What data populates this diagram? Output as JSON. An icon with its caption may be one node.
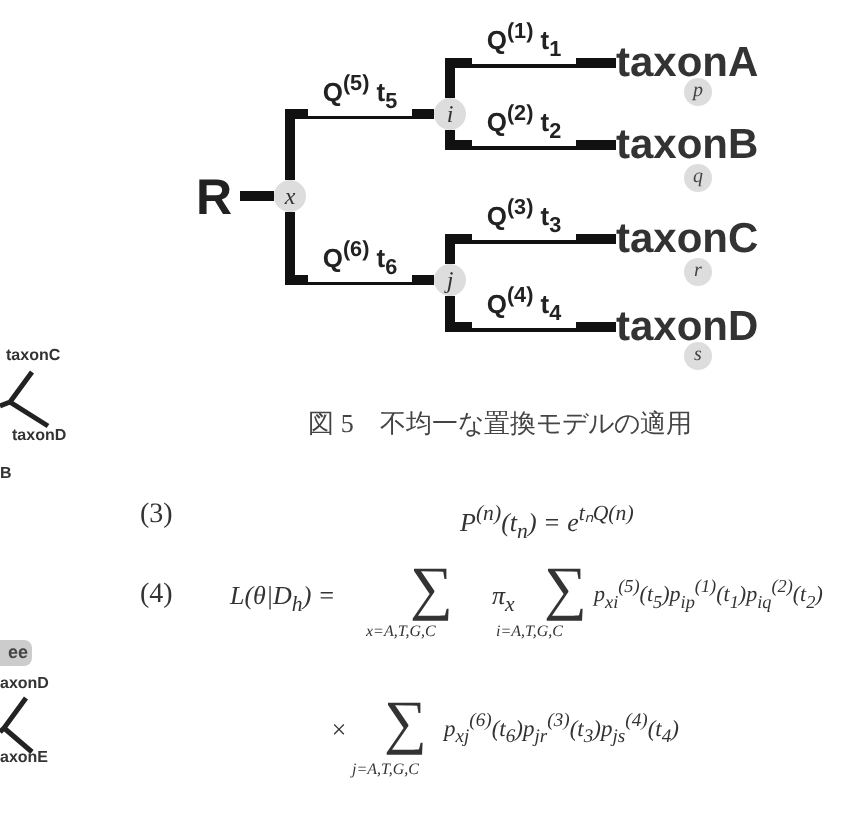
{
  "diagram": {
    "caption": "図 5　不均一な置換モデルの適用",
    "nodes": [
      {
        "text": [
          "R"
        ]
      },
      {
        "text": [
          "x"
        ]
      },
      {
        "text": [
          "i"
        ]
      },
      {
        "text": [
          "j"
        ]
      },
      {
        "text": [
          "taxonA"
        ]
      },
      {
        "text": [
          "p"
        ]
      },
      {
        "text": [
          "taxonB"
        ]
      },
      {
        "text": [
          "q"
        ]
      },
      {
        "text": [
          "taxonC"
        ]
      },
      {
        "text": [
          "r"
        ]
      },
      {
        "text": [
          "taxonD"
        ]
      },
      {
        "text": [
          "s"
        ]
      },
      {
        "text": [
          "ee"
        ]
      }
    ],
    "edges": [
      {
        "from": 0,
        "to": 1,
        "arrow": "none"
      },
      {
        "from": 1,
        "to": 2,
        "arrow": "none",
        "label": "Q$^{(5)}$ t$_{5}$"
      },
      {
        "from": 1,
        "to": 3,
        "arrow": "none",
        "label": "Q$^{(6)}$ t$_{6}$"
      },
      {
        "from": 2,
        "to": 4,
        "arrow": "none",
        "label": "Q$^{(1)}$ t$_{1}$"
      },
      {
        "from": 2,
        "to": 6,
        "arrow": "none",
        "label": "Q$^{(2)}$ t$_{2}$"
      },
      {
        "from": 3,
        "to": 8,
        "arrow": "none",
        "label": "Q$^{(3)}$ t$_{3}$"
      },
      {
        "from": 3,
        "to": 10,
        "arrow": "none",
        "label": "Q$^{(4)}$ t$_{4}$"
      }
    ],
    "labels": [
      "taxonC",
      "taxonD",
      "B",
      "(3)",
      "P$^{(n)}$(t$_{n}$) =  e$^{tₙQ(n)}$",
      "(4)",
      "L(θ|D$_{h}$) =",
      "∑",
      "π$_{x}$",
      "∑",
      "p$_{xi}$$^{(5)}$(t$_{5}$)p$_{ip}$$^{(1)}$(t$_{1}$)p$_{iq}$$^{(2)}$(t$_{2}$)",
      "x=A,T,G,C",
      "i=A,T,G,C",
      "axonD",
      "×",
      "∑",
      "p$_{xj}$$^{(6)}$(t$_{6}$)p$_{jr}$$^{(3)}$(t$_{3}$)p$_{js}$$^{(4)}$(t$_{4}$)",
      "j=A,T,G,C",
      "axonE"
    ]
  }
}
